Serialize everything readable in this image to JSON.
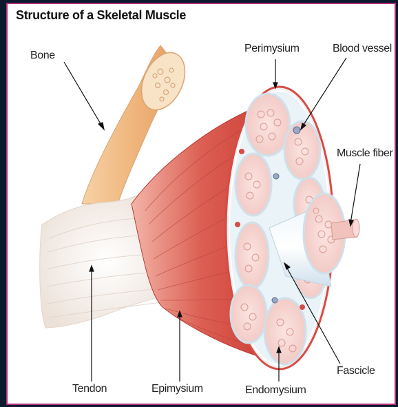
{
  "title": "Structure of a Skeletal Muscle",
  "labels": {
    "bone": "Bone",
    "perimysium": "Perimysium",
    "blood_vessel": "Blood vessel",
    "muscle_fiber": "Muscle fiber",
    "tendon": "Tendon",
    "epimysium": "Epimysium",
    "endomysium": "Endomysium",
    "fascicle": "Fascicle"
  },
  "colors": {
    "frame_border": "#b0307a",
    "background_dark": "#0d1a2e",
    "muscle_red": "#d9473f",
    "fascicle_pink": "#f5d2cf",
    "bone_tan": "#f1c08a",
    "tendon_white": "#f7f2ee"
  }
}
